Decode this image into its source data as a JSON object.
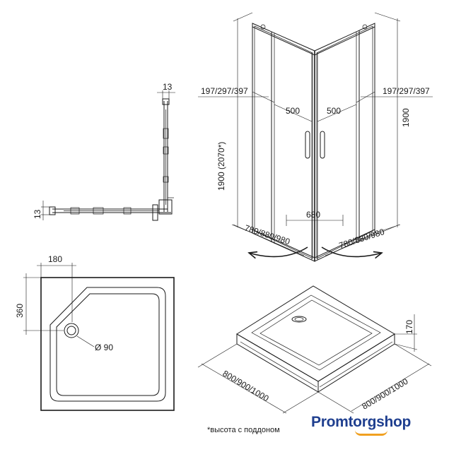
{
  "side_section": {
    "dim_top": "13",
    "dim_left": "13"
  },
  "cabin": {
    "width_left": "197/297/397",
    "width_right": "197/297/397",
    "door_left": "500",
    "door_right": "500",
    "height_left": "1900 (2070*)",
    "height_right": "1900",
    "entry": "680",
    "side_left": "780/880/980",
    "side_right": "780/880/980"
  },
  "tray_plan": {
    "dim_top": "180",
    "dim_left": "360",
    "drain": "Ø 90"
  },
  "tray_iso": {
    "height": "170",
    "side_left": "800/900/1000",
    "side_right": "800/900/1000"
  },
  "footnote": "*высота с поддоном",
  "logo": {
    "part1": "Promtorg",
    "part2": "shop",
    "colors": {
      "brand": "#1f3f8f",
      "accent": "#f0a020"
    }
  }
}
